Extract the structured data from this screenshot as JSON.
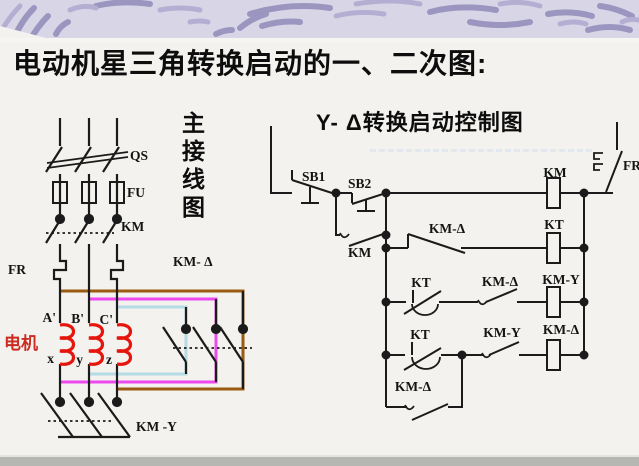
{
  "page": {
    "title": "电动机星三角转换启动的一、二次图:"
  },
  "main_diagram": {
    "vertical_title": "主接线图",
    "labels": {
      "qs": "QS",
      "fu": "FU",
      "km": "KM",
      "fr": "FR",
      "km_delta": "KM- Δ",
      "km_y": "KM -Y",
      "motor": "电机",
      "a_prime": "A'",
      "b_prime": "B'",
      "c_prime": "C'",
      "x": "x",
      "y": "y",
      "z": "z"
    }
  },
  "control_diagram": {
    "title": "Y- Δ转换启动控制图",
    "labels": {
      "sb1": "SB1",
      "sb2": "SB2",
      "km_aux": "KM",
      "km_coil": "KM",
      "fr": "FR",
      "row2_km_delta": "KM-Δ",
      "row2_kt": "KT",
      "row3_kt": "KT",
      "row3_km_delta": "KM-Δ",
      "row3_km_y": "KM-Y",
      "row4_kt": "KT",
      "row4_km_y": "KM-Y",
      "row4_km_delta": "KM-Δ",
      "row5_km_delta": "KM-Δ"
    }
  },
  "colors": {
    "line_black": "#1b1b1b",
    "coil_red": "#e5150d",
    "wire_brown": "#9a5a10",
    "wire_magenta": "#ee49ee",
    "wire_light_blue": "#b5dbe4",
    "motor_text_red": "#cb2b20",
    "header_band": "#d8d6e6",
    "header_stroke": "#9b96c0"
  }
}
